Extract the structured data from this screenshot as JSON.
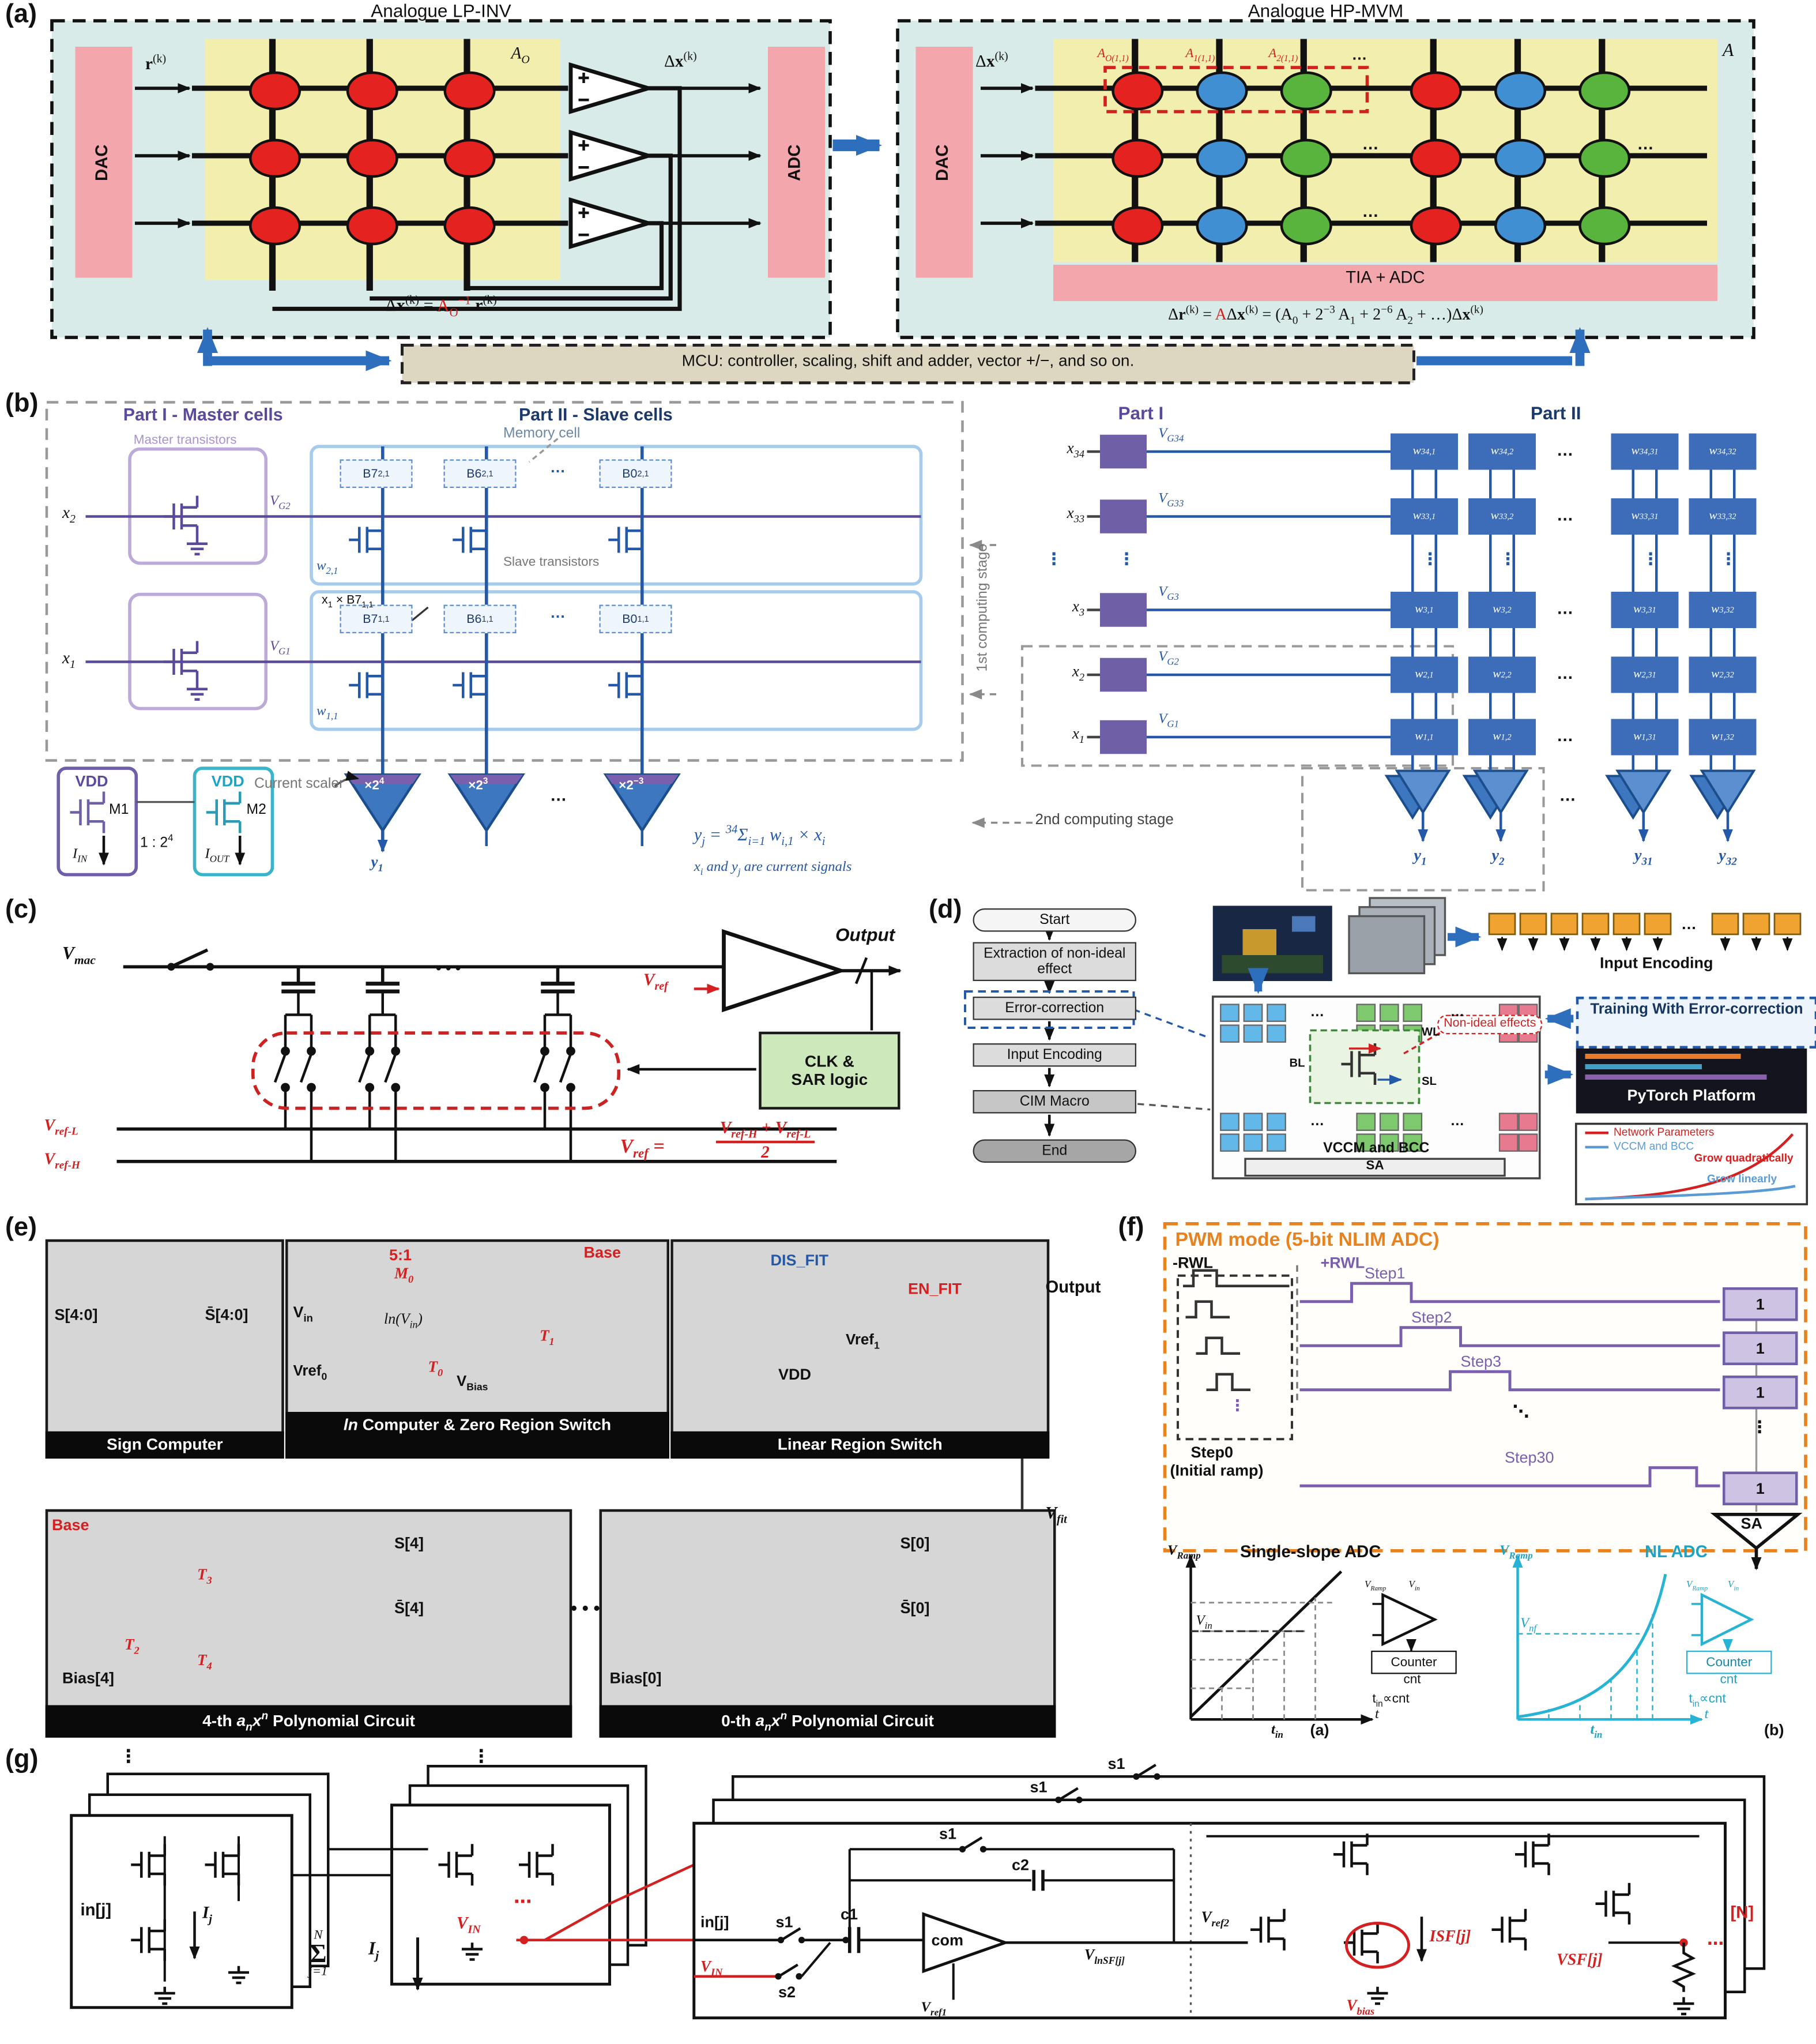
{
  "colors": {
    "red": "#d42020",
    "node_red": "#e42320",
    "node_blue": "#3f8fd2",
    "node_green": "#58b43c",
    "weight_box_blue": "#3d6db8",
    "input_box_purple": "#6f5fa6",
    "arrow_blue": "#2e6fbd",
    "crossbar_yellow": "#f2eead",
    "converter_pink": "#f4a6ad",
    "panel_cyan": "#d9ebe9",
    "mcu_tan": "#ddd7c1",
    "sar_green": "#cde9bc",
    "pwm_orange": "#e8821e",
    "waveform_purple": "#7a5fae",
    "pulse_box_lavender": "#cfc3e4",
    "nl_cyan": "#26b3d4",
    "grid_blue": "#62b8e8",
    "grid_green": "#7ec86e",
    "grid_pink": "#e87a90",
    "encode_orange": "#f0a330"
  },
  "misc": {
    "h_dots": "…",
    "v_dots": "⋮",
    "d_dots": "⋱",
    "big_dots": "• • •"
  },
  "a": {
    "tag": "(a)",
    "lp": {
      "title": "Analogue LP-INV",
      "dac": "DAC",
      "adc": "ADC",
      "input": "<b>r</b><sup>(k)</sup>",
      "matrix": "A<sub>O</sub>",
      "output": "Δ<b>x</b><sup>(k)</sup>",
      "formula": "Δ<b>x</b><sup>(k)</sup> = <span class=\"red\">A<sub>O</sub><sup>−1</sup></span> <b>r</b><sup>(k)</sup>"
    },
    "hp": {
      "title": "Analogue HP-MVM",
      "dac": "DAC",
      "input": "Δ<b>x</b><sup>(k)</sup>",
      "a0": "A<sub>O(1,1)</sub>",
      "a1": "A<sub>1(1,1)</sub>",
      "a2": "A<sub>2(1,1)</sub>",
      "matrix": "A",
      "tia": "TIA + ADC",
      "formula": "Δ<b>r</b><sup>(k)</sup> = <span class=\"red\">A</span>Δ<b>x</b><sup>(k)</sup> = (A<sub>0</sub> + 2<sup>−3</sup> A<sub>1</sub> + 2<sup>−6</sup> A<sub>2</sub> + …)Δ<b>x</b><sup>(k)</sup>"
    },
    "mcu": "MCU: controller, scaling, shift and adder, vector +/−, and so on.",
    "left_grid": {
      "rows": 3,
      "cols": 3
    },
    "right_grid": {
      "rows": 3,
      "cols": 6,
      "col_colors": [
        "node_red",
        "node_blue",
        "node_green",
        "node_red",
        "node_blue",
        "node_green"
      ]
    }
  },
  "b": {
    "tag": "(b)",
    "left": {
      "part1": "Part I - Master cells",
      "part2": "Part II - Slave cells",
      "master_transistors": "Master transistors",
      "memory_cell": "Memory cell",
      "slave_transistors": "Slave transistors",
      "x2": "x<sub>2</sub>",
      "x1": "x<sub>1</sub>",
      "vg2": "V<sub>G2</sub>",
      "vg1": "V<sub>G1</sub>",
      "w21": "w<sub>2,1</sub>",
      "w11": "w<sub>1,1</sub>",
      "row2_cells": [
        "B7<sub>2,1</sub>",
        "B6<sub>2,1</sub>",
        "B0<sub>2,1</sub>"
      ],
      "row1_cells": [
        "B7<sub>1,1</sub>",
        "B6<sub>1,1</sub>",
        "B0<sub>1,1</sub>"
      ],
      "x1b7": "x<sub>1</sub> × B7<sub>1,1</sub>",
      "vdd1": "VDD",
      "vdd2": "VDD",
      "m1": "M1",
      "m2": "M2",
      "iin": "I<sub>IN</sub>",
      "iout": "I<sub>OUT</sub>",
      "ratio": "1 : 2<sup>4</sup>",
      "current_scaler": "Current scaler",
      "scalers": [
        "×2<sup>4</sup>",
        "×2<sup>3</sup>",
        "×2<sup>−3</sup>"
      ],
      "y1": "y<sub>1</sub>",
      "formula": "y<sub>j</sub> = <sup>34</sup>Σ<sub>i=1</sub> w<sub>i,1</sub> × x<sub>i</sub>",
      "note": "x<sub>i</sub> and y<sub>j</sub> are current signals"
    },
    "right": {
      "part1": "Part I",
      "part2": "Part II",
      "rows": [
        {
          "x": "x<sub>34</sub>",
          "vg": "V<sub>G34</sub>",
          "w": [
            "w<sub>34,1</sub>",
            "w<sub>34,2</sub>",
            "w<sub>34,31</sub>",
            "w<sub>34,32</sub>"
          ]
        },
        {
          "x": "x<sub>33</sub>",
          "vg": "V<sub>G33</sub>",
          "w": [
            "w<sub>33,1</sub>",
            "w<sub>33,2</sub>",
            "w<sub>33,31</sub>",
            "w<sub>33,32</sub>"
          ]
        },
        {
          "x": "x<sub>3</sub>",
          "vg": "V<sub>G3</sub>",
          "w": [
            "w<sub>3,1</sub>",
            "w<sub>3,2</sub>",
            "w<sub>3,31</sub>",
            "w<sub>3,32</sub>"
          ]
        },
        {
          "x": "x<sub>2</sub>",
          "vg": "V<sub>G2</sub>",
          "w": [
            "w<sub>2,1</sub>",
            "w<sub>2,2</sub>",
            "w<sub>2,31</sub>",
            "w<sub>2,32</sub>"
          ]
        },
        {
          "x": "x<sub>1</sub>",
          "vg": "V<sub>G1</sub>",
          "w": [
            "w<sub>1,1</sub>",
            "w<sub>1,2</sub>",
            "w<sub>1,31</sub>",
            "w<sub>1,32</sub>"
          ]
        }
      ],
      "stage1": "1st computing stage",
      "stage2": "2nd computing stage",
      "ys": [
        "y<sub>1</sub>",
        "y<sub>2</sub>",
        "y<sub>31</sub>",
        "y<sub>32</sub>"
      ]
    }
  },
  "c": {
    "tag": "(c)",
    "vmac": "V<sub>mac</sub>",
    "vref": "V<sub>ref</sub>",
    "output": "Output",
    "clk1": "CLK &",
    "clk2": "SAR logic",
    "vrefl": "V<sub>ref-L</sub>",
    "vrefh": "V<sub>ref-H</sub>",
    "f_lhs": "V<sub>ref</sub> =",
    "f_num": "V<sub>ref-H</sub> + V<sub>ref-L</sub>",
    "f_den": "2"
  },
  "d": {
    "tag": "(d)",
    "flow": [
      "Start",
      "Extraction of non-ideal effect",
      "Error-correction",
      "Input Encoding",
      "CIM Macro",
      "End"
    ],
    "input_encoding": "Input Encoding",
    "training": "Training With Error-correction",
    "pytorch": "PyTorch Platform",
    "wl": "WL",
    "bl": "BL",
    "sl": "SL",
    "non_ideal": "Non-ideal effects",
    "vccm": "VCCM and BCC",
    "sa": "SA",
    "legend_red": "Network Parameters",
    "legend_blue": "VCCM and BCC",
    "grow_red": "Grow quadratically",
    "grow_blue": "Grow linearly"
  },
  "e": {
    "tag": "(e)",
    "sign": {
      "title": "Sign Computer",
      "s": "S[4:0]",
      "sbar": "S̄[4:0]"
    },
    "ln": {
      "title": "<i>ln</i> Computer & Zero Region Switch",
      "ratio": "5:1",
      "m0": "M<sub>0</sub>",
      "vin": "V<sub>in</sub>",
      "lnvin": "<i>ln</i>(V<sub>in</sub>)",
      "base": "Base",
      "t1": "T<sub>1</sub>",
      "t0": "T<sub>0</sub>",
      "vbias": "V<sub>Bias</sub>",
      "vref0": "Vref<sub>0</sub>"
    },
    "linear": {
      "title": "Linear Region Switch",
      "dis_fit": "DIS_FIT",
      "en_fit": "EN_FIT",
      "vdd": "VDD",
      "vref1": "Vref<sub>1</sub>",
      "output": "Output"
    },
    "poly4": {
      "title": "4-th <i>a<sub>n</sub>x<sup>n</sup></i> Polynomial Circuit",
      "base": "Base",
      "t3": "T<sub>3</sub>",
      "t2": "T<sub>2</sub>",
      "t4": "T<sub>4</sub>",
      "bias": "Bias[4]",
      "s": "S[4]",
      "sbar": "S̄[4]"
    },
    "poly0": {
      "title": "0-th <i>a<sub>n</sub>x<sup>n</sup></i> Polynomial Circuit",
      "bias": "Bias[0]",
      "s": "S[0]",
      "sbar": "S̄[0]",
      "vfit": "V<sub>fit</sub>"
    }
  },
  "f": {
    "tag": "(f)",
    "title": "PWM mode (5-bit NLIM ADC)",
    "nrwl": "-RWL",
    "prwl": "+RWL",
    "step1": "Step1",
    "step2": "Step2",
    "step3": "Step3",
    "step0": "Step0",
    "initial": "(Initial ramp)",
    "step30": "Step30",
    "one": "1",
    "sa": "SA",
    "ga": {
      "vramp": "V<sub>Ramp</sub>",
      "title": "Single-slope ADC",
      "vin": "V<sub>in</sub>",
      "t": "t",
      "tin": "t<sub>in</sub>",
      "cmp_vramp": "V<sub>Ramp</sub>",
      "cmp_vin": "V<sub>in</sub>",
      "counter": "Counter",
      "cnt": "cnt",
      "prop": "t<sub>in</sub>∝cnt",
      "tag": "(a)"
    },
    "gb": {
      "vramp": "V<sub>Ramp</sub>",
      "title": "NL ADC",
      "vnf": "V<sub>nf</sub>",
      "t": "t",
      "tin": "t<sub>in</sub>",
      "cmp_vramp": "V<sub>Ramp</sub>",
      "cmp_vin": "V<sub>in</sub>",
      "counter": "Counter",
      "cnt": "cnt",
      "prop": "t<sub>in</sub>∝cnt",
      "tag": "(b)"
    }
  },
  "g": {
    "tag": "(g)",
    "inj": "in[j]",
    "ij": "I<sub>j</sub>",
    "sum_top": "N",
    "sum_sym": "Σ",
    "sum_bot": "j=1",
    "sum_rhs": "I<sub>j</sub>",
    "vin1": "V<sub>IN</sub>",
    "vin2": "V<sub>IN</sub>",
    "s1a": "s1",
    "s1b": "s1",
    "s1c": "s1",
    "s1d": "s1",
    "s2": "s2",
    "inj2": "in[j]",
    "c1": "c1",
    "c2": "c2",
    "com": "com",
    "vref1": "V<sub>ref1</sub>",
    "vref2": "V<sub>ref2</sub>",
    "vlnsf": "V<sub>lnSF[j]</sub>",
    "isf": "ISF[j]",
    "vbias": "V<sub>bias</sub>",
    "vsf": "VSF[j]",
    "n": "[N]",
    "dots_red": "⋯"
  }
}
